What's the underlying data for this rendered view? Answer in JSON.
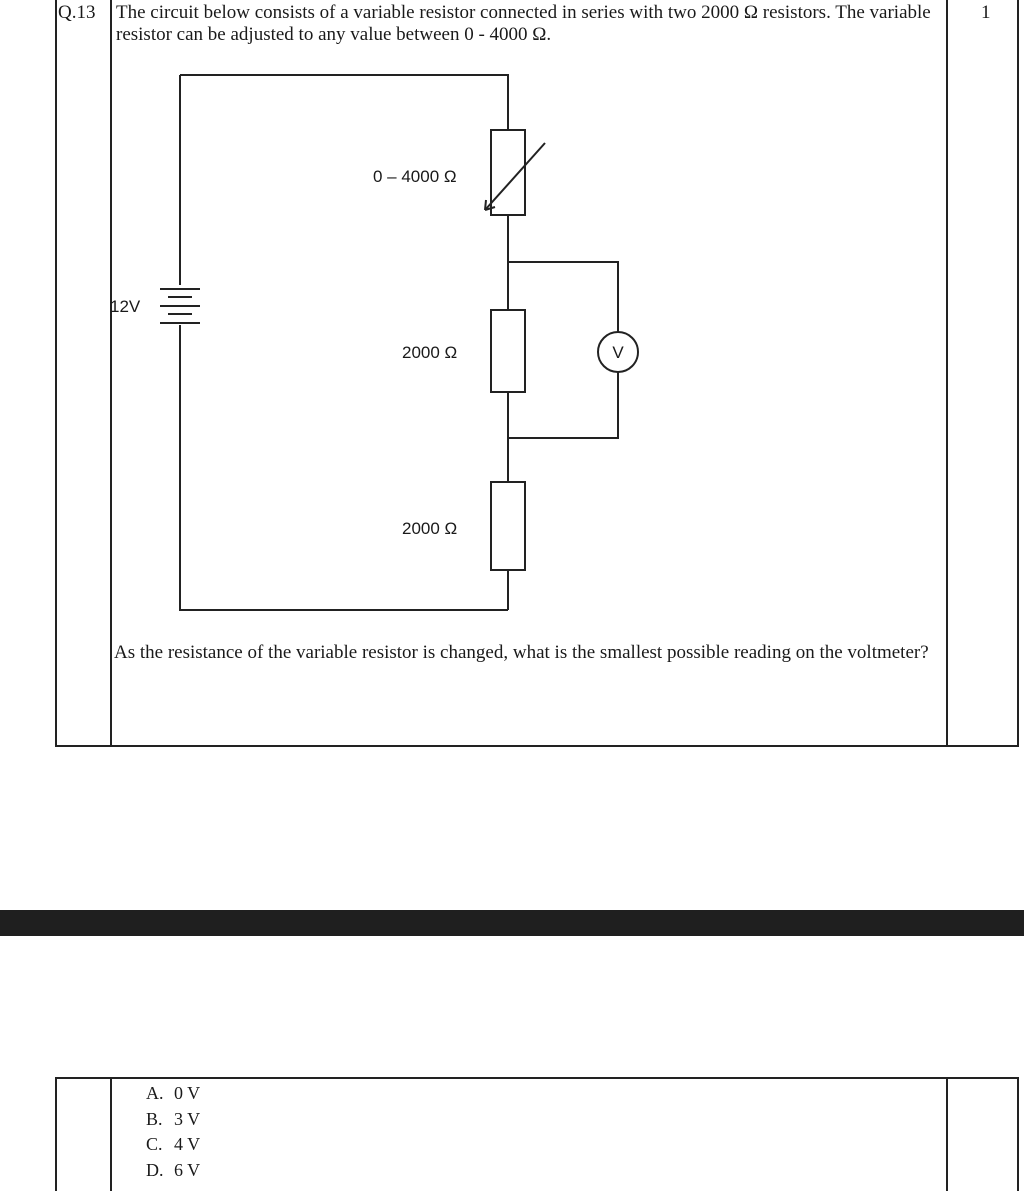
{
  "question": {
    "number": "Q.13",
    "marks": "1",
    "stem": "The circuit below consists of a variable resistor connected in series with two 2000 Ω resistors. The variable resistor can be adjusted to any value between 0 - 4000 Ω.",
    "prompt": "As the resistance of the variable resistor is changed, what is the smallest possible reading on the voltmeter?"
  },
  "circuit": {
    "battery_label": "12V",
    "variable_resistor_label": "0 – 4000 Ω",
    "resistor_1_label": "2000 Ω",
    "resistor_2_label": "2000 Ω",
    "voltmeter_label": "V"
  },
  "options": [
    {
      "letter": "A.",
      "text": "0 V"
    },
    {
      "letter": "B.",
      "text": "3 V"
    },
    {
      "letter": "C.",
      "text": "4 V"
    },
    {
      "letter": "D.",
      "text": "6 V"
    }
  ]
}
